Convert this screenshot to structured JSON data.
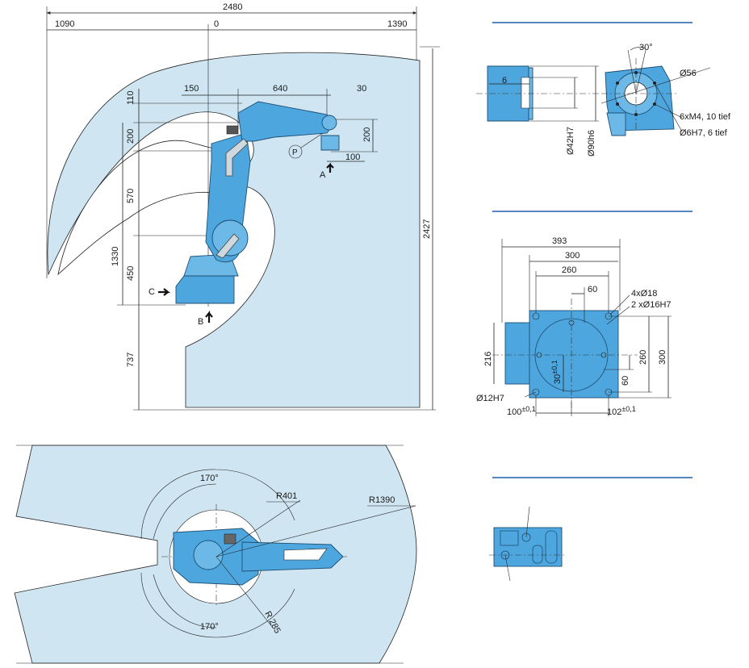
{
  "side_view": {
    "top_dims": {
      "total": "2480",
      "left": "1090",
      "origin": "0",
      "right": "1390"
    },
    "arm_dims": {
      "d150": "150",
      "d640": "640",
      "d30": "30",
      "d110": "110",
      "d200_left": "200",
      "d200_right": "200",
      "d100": "100"
    },
    "vertical_dims": {
      "d570": "570",
      "d1330": "1330",
      "d450": "450",
      "d737": "737",
      "d2427": "2427"
    },
    "markers": {
      "p": "P",
      "a": "A",
      "b": "B",
      "c": "C"
    }
  },
  "top_view": {
    "angle_top": "170°",
    "angle_bottom": "170°",
    "r401": "R401",
    "r1390": "R1390",
    "r285": "R 285"
  },
  "detail_a": {
    "angle": "30°",
    "d56": "Ø56",
    "d6": "6",
    "d42": "Ø42H7",
    "d90": "Ø90h6",
    "holes1": "6xM4, 10 tief",
    "holes2": "Ø6H7, 6 tief"
  },
  "detail_b": {
    "d393": "393",
    "d300_top": "300",
    "d260_top": "260",
    "d60_top": "60",
    "holes1": "4xØ18",
    "holes2": "2 xØ16H7",
    "d216": "216",
    "d260_right": "260",
    "d300_right": "300",
    "d60_right": "60",
    "d30": "30",
    "d30_tol": "±0,1",
    "d12": "Ø12H7",
    "d100": "100",
    "d100_tol": "±0,1",
    "d102": "102",
    "d102_tol": "±0,1"
  },
  "colors": {
    "envelope": "#cfe6f2",
    "robot": "#4ea6de",
    "section_line": "#1f5fa8"
  }
}
